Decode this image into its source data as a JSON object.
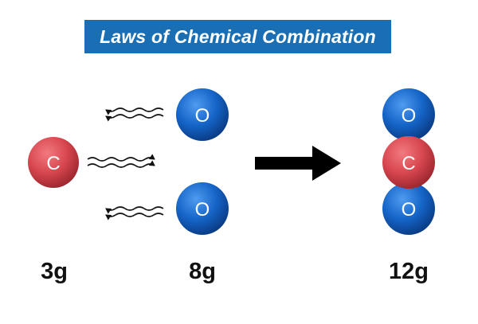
{
  "title": "Laws of Chemical Combination",
  "colors": {
    "banner": "#1a6fb4",
    "carbon": "#d8474f",
    "oxygen": "#1565c8",
    "arrow": "#000000"
  },
  "reactants": {
    "carbon": {
      "symbol": "C",
      "mass": "3g"
    },
    "oxygen_top": {
      "symbol": "O"
    },
    "oxygen_bottom": {
      "symbol": "O"
    },
    "oxygen_mass": "8g"
  },
  "product": {
    "atoms": [
      "O",
      "C",
      "O"
    ],
    "mass": "12g"
  }
}
